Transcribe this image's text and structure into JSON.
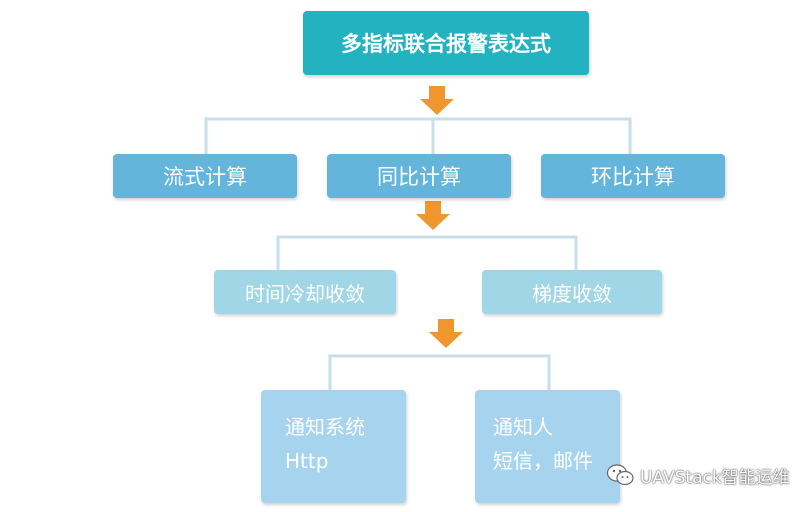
{
  "title": "多指标联合报警表达式",
  "calculations": [
    "流式计算",
    "同比计算",
    "环比计算"
  ],
  "convergence": [
    "时间冷却收敛",
    "梯度收敛"
  ],
  "notifications": [
    {
      "lines": [
        "通知系统",
        "Http"
      ]
    },
    {
      "lines": [
        "通知人",
        "短信，邮件"
      ]
    }
  ],
  "watermark": "UAVStack智能运维",
  "colors": {
    "root": "#22b2c0",
    "calc": "#63b5dc",
    "convergence": "#a0d6e6",
    "notify": "#a6d3ee",
    "connector": "#c8dfe8",
    "arrow": "#f0962e"
  }
}
